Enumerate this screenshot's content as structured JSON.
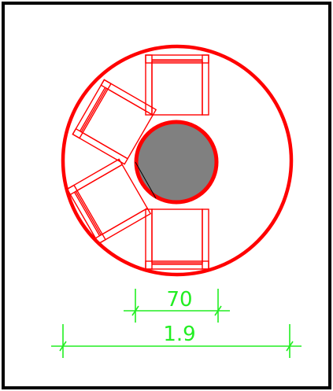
{
  "drawing": {
    "colors": {
      "frame": "#000000",
      "outline": "#ff0000",
      "center_fill": "#808080",
      "dimension": "#22ee22",
      "background": "#ffffff"
    },
    "chairs": 4,
    "dimensions": {
      "inner_label": "70",
      "outer_label": "1.9"
    }
  }
}
